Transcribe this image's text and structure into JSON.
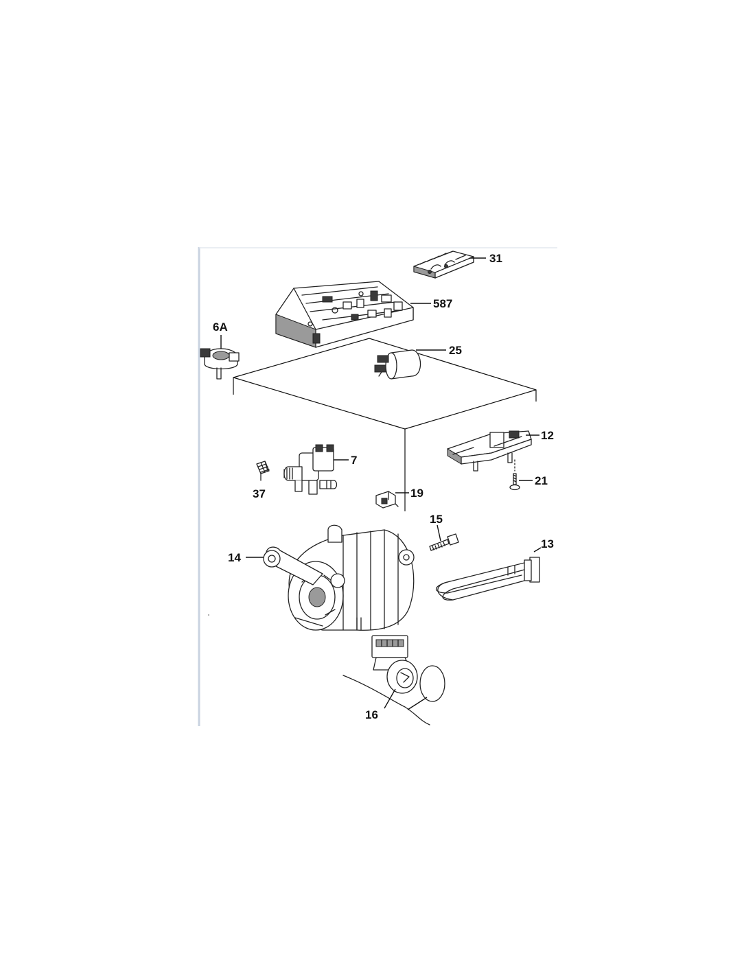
{
  "callouts": {
    "p31": "31",
    "p587": "587",
    "p6A": "6A",
    "p25": "25",
    "p12": "12",
    "p7": "7",
    "p37": "37",
    "p19": "19",
    "p21": "21",
    "p15": "15",
    "p14": "14",
    "p13": "13",
    "p16": "16"
  },
  "colors": {
    "line": "#222222",
    "panel_border": "#c9d3e0"
  }
}
